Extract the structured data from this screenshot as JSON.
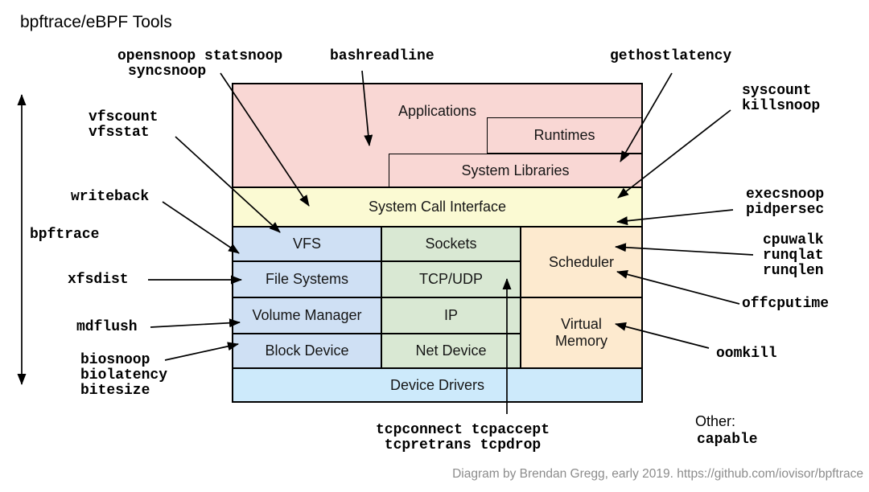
{
  "title": "bpftrace/eBPF Tools",
  "footer": "Diagram by Brendan Gregg, early 2019. https://github.com/iovisor/bpftrace",
  "colors": {
    "applications": "#f9d7d4",
    "syscall_interface": "#fbfad3",
    "filesystem_column": "#cfe0f4",
    "network_column": "#d9e8d3",
    "cpu_memory_column": "#fdeacf",
    "device_drivers": "#cdeafb"
  },
  "stack": {
    "applications": "Applications",
    "runtimes": "Runtimes",
    "system_libraries": "System Libraries",
    "system_call_interface": "System Call Interface",
    "vfs": "VFS",
    "sockets": "Sockets",
    "scheduler": "Scheduler",
    "file_systems": "File Systems",
    "tcp_udp": "TCP/UDP",
    "volume_manager": "Volume Manager",
    "ip": "IP",
    "virtual_memory": "Virtual\nMemory",
    "block_device": "Block Device",
    "net_device": "Net Device",
    "device_drivers": "Device Drivers"
  },
  "tools": {
    "opensnoop_statsnoop": "opensnoop statsnoop",
    "syncsnoop": "syncsnoop",
    "bashreadline": "bashreadline",
    "gethostlatency": "gethostlatency",
    "syscount_killsnoop": "syscount\nkillsnoop",
    "vfscount_vfsstat": "vfscount\nvfsstat",
    "writeback": "writeback",
    "bpftrace": "bpftrace",
    "xfsdist": "xfsdist",
    "mdflush": "mdflush",
    "bio_group": "biosnoop\nbiolatency\nbitesize",
    "tcp_group": "tcpconnect tcpaccept\ntcpretrans tcpdrop",
    "execsnoop_pidpersec": "execsnoop\npidpersec",
    "cpu_group": "cpuwalk\nrunqlat\nrunqlen",
    "offcputime": "offcputime",
    "oomkill": "oomkill"
  },
  "other": {
    "label": "Other:",
    "tool": "capable"
  }
}
